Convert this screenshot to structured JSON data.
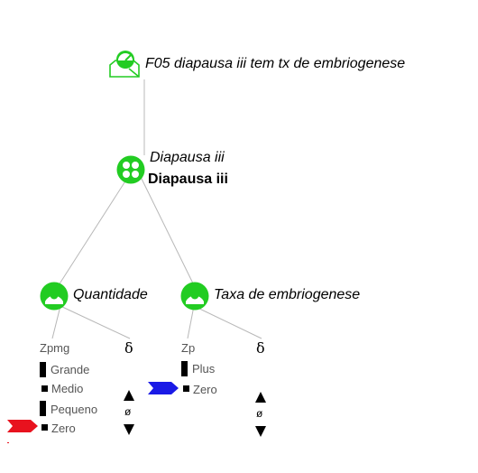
{
  "root": {
    "label": "F05 diapausa iii tem tx de embriogenese"
  },
  "mid": {
    "label": "Diapausa iii",
    "sublabel": "Diapausa iii"
  },
  "left": {
    "label": "Quantidade",
    "qs_name": "Zpmg",
    "values": [
      "Grande",
      "Medio",
      "Pequeno",
      "Zero"
    ],
    "delta": "δ",
    "null": "ø",
    "marker_color": "#e8121e"
  },
  "right": {
    "label": "Taxa de embriogenese",
    "qs_name": "Zp",
    "values": [
      "Plus",
      "Zero"
    ],
    "delta": "δ",
    "null": "ø",
    "marker_color": "#1a1ae6"
  },
  "colors": {
    "icon_green": "#22cc22",
    "line_gray": "#b8b8b8"
  }
}
